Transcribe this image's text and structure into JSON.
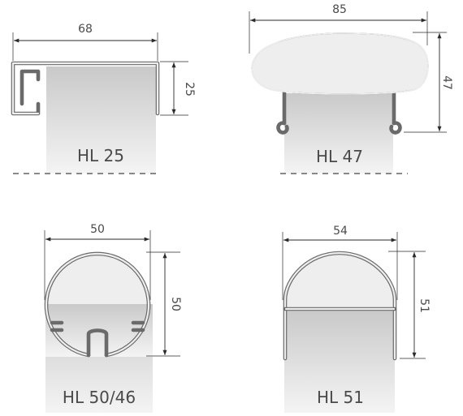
{
  "profiles": [
    {
      "name": "HL 25",
      "width_label": "68",
      "height_label": "25"
    },
    {
      "name": "HL 47",
      "width_label": "85",
      "height_label": "47"
    },
    {
      "name": "HL 50/46",
      "width_label": "50",
      "height_label": "50"
    },
    {
      "name": "HL 51",
      "width_label": "54",
      "height_label": "51"
    }
  ],
  "colors": {
    "fill": "#d8d8d8",
    "outline": "#6a6a6a",
    "dimension": "#2a2a2a",
    "text": "#4a4a4a"
  }
}
